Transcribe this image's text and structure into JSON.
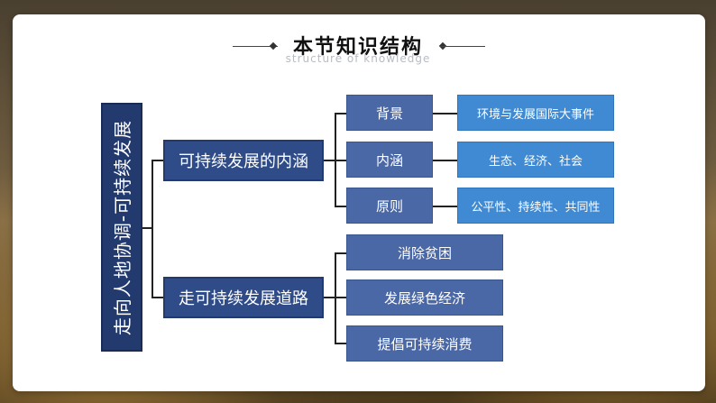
{
  "header": {
    "title": "本节知识结构",
    "subtitle": "structure of knowledge"
  },
  "root": {
    "label": "走向人地协调-可持续发展"
  },
  "branches": [
    {
      "label": "可持续发展的内涵",
      "children": [
        {
          "label": "背景",
          "detail": "环境与发展国际大事件"
        },
        {
          "label": "内涵",
          "detail": "生态、经济、社会"
        },
        {
          "label": "原则",
          "detail": "公平性、持续性、共同性"
        }
      ]
    },
    {
      "label": "走可持续发展道路",
      "children": [
        {
          "label": "消除贫困"
        },
        {
          "label": "发展绿色经济"
        },
        {
          "label": "提倡可持续消费"
        }
      ]
    }
  ],
  "colors": {
    "root": "#233a6f",
    "level1": "#2f4c88",
    "level2": "#4a67a6",
    "level3": "#3f8ad2"
  }
}
